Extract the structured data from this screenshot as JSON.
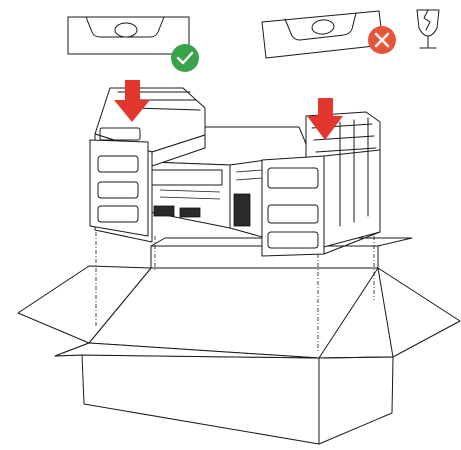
{
  "colors": {
    "correct_badge": "#3aa24a",
    "incorrect_badge": "#e5553a",
    "arrow": "#e3362c",
    "line": "#1a1a1a"
  },
  "icons": {
    "correct": "check-icon",
    "incorrect": "cross-icon",
    "fragile": "broken-glass-icon"
  },
  "instruction": {
    "correct_orientation": "level-horizontal",
    "incorrect_orientation": "level-tilted",
    "push_direction": "down"
  }
}
